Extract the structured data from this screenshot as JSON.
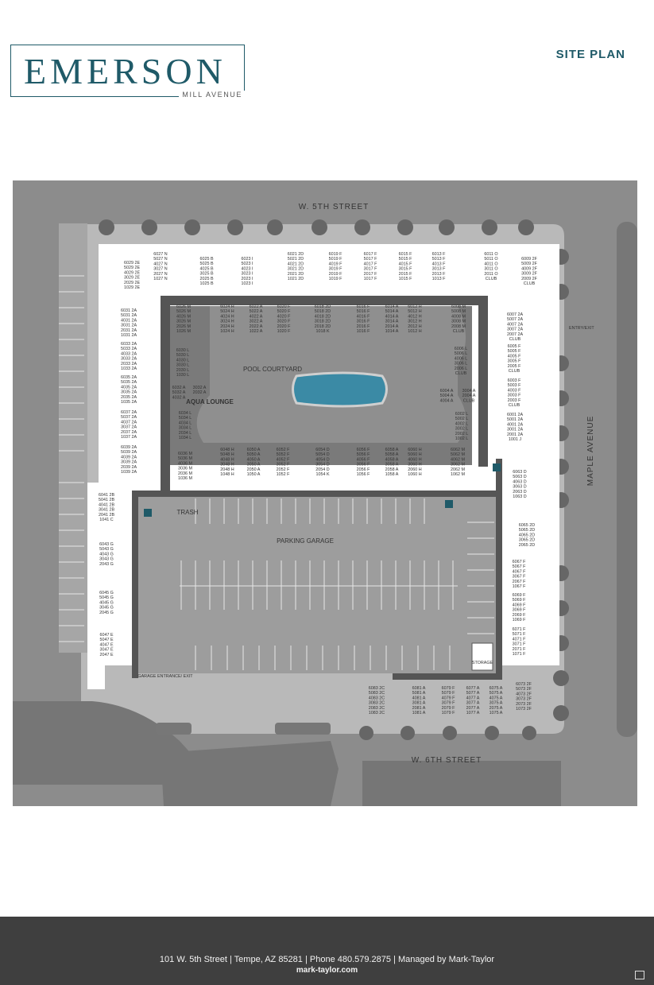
{
  "header": {
    "logo_name": "EMERSON",
    "logo_sub": "MILL AVENUE",
    "page_title": "SITE PLAN"
  },
  "map": {
    "streets": {
      "north": "W. 5TH STREET",
      "south": "W. 6TH STREET",
      "east": "MAPLE AVENUE"
    },
    "labels": {
      "pool_courtyard": "POOL COURTYARD",
      "aqua_lounge": "AQUA LOUNGE",
      "parking_garage": "PARKING GARAGE",
      "trash": "TRASH",
      "storage": "STORAGE",
      "garage_entrance": "GARAGE ENTRANCE/ EXIT",
      "entry_exit": "ENTRY/EXIT"
    },
    "unit_stacks": {
      "top_row": [
        [
          "6029 2E",
          "5029 2E",
          "4029 2E",
          "3029 2E",
          "2029 2E",
          "1029 2E"
        ],
        [
          "6027 N",
          "5027 N",
          "4027 N",
          "3027 N",
          "2027 N",
          "1027 N"
        ],
        [
          "6025 B",
          "5025 B",
          "4025 B",
          "3025 B",
          "2025 B",
          "1025 B"
        ],
        [
          "6023 I",
          "5023 I",
          "4023 I",
          "3023 I",
          "2023 I",
          "1023 I"
        ],
        [
          "6021 2D",
          "5021 2D",
          "4021 2D",
          "3021 2D",
          "2021 2D",
          "1021 2D"
        ],
        [
          "6019 F",
          "5019 F",
          "4019 F",
          "3019 F",
          "2019 F",
          "1019 F"
        ],
        [
          "6017 F",
          "5017 F",
          "4017 F",
          "3017 F",
          "2017 F",
          "1017 F"
        ],
        [
          "6015 F",
          "5015 F",
          "4015 F",
          "3015 F",
          "2015 F",
          "1015 F"
        ],
        [
          "6013 F",
          "5013 F",
          "4013 F",
          "3013 F",
          "2013 F",
          "1013 F"
        ],
        [
          "6011 O",
          "5011 O",
          "4011 O",
          "3011 O",
          "2011 O",
          "CLUB"
        ],
        [
          "6009 2F",
          "5009 2F",
          "4009 2F",
          "3009 2F",
          "2009 2F",
          "CLUB"
        ]
      ],
      "courtyard_north": [
        [
          "6026 M",
          "5026 M",
          "4026 M",
          "3026 M",
          "2026 M",
          "1026 M"
        ],
        [
          "6024 H",
          "5024 H",
          "4024 H",
          "3024 H",
          "2024 H",
          "1024 H"
        ],
        [
          "6022 A",
          "5022 A",
          "4022 A",
          "3022 A",
          "2022 A",
          "1022 A"
        ],
        [
          "6020 F",
          "5020 F",
          "4020 F",
          "3020 F",
          "2020 F",
          "1020 F"
        ],
        [
          "6018 2D",
          "5018 2D",
          "4018 2D",
          "3018 2D",
          "2018 2D",
          "1018 K"
        ],
        [
          "6016 F",
          "5016 F",
          "4016 F",
          "3016 F",
          "2016 F",
          "1016 F"
        ],
        [
          "6014 A",
          "5014 A",
          "4014 A",
          "3014 A",
          "2014 A",
          "1014 A"
        ],
        [
          "6012 H",
          "5012 H",
          "4012 H",
          "3012 H",
          "2012 H",
          "1012 H"
        ],
        [
          "6008 M",
          "5008 M",
          "4008 M",
          "3008 M",
          "2008 M",
          "CLUB"
        ]
      ],
      "west_column": [
        [
          "6031 2A",
          "5031 2A",
          "4031 2A",
          "3031 2A",
          "2031 2A",
          "1031 2A"
        ],
        [
          "6033 2A",
          "5033 2A",
          "4033 2A",
          "3033 2A",
          "2033 2A",
          "1033 2A"
        ],
        [
          "6035 2A",
          "5035 2A",
          "4035 2A",
          "3035 2A",
          "2035 2A",
          "1035 2A"
        ],
        [
          "6037 2A",
          "5037 2A",
          "4037 2A",
          "3037 2A",
          "2037 2A",
          "1037 2A"
        ],
        [
          "6039 2A",
          "5039 2A",
          "4039 2A",
          "3039 2A",
          "2039 2A",
          "1039 2A"
        ]
      ],
      "courtyard_west": [
        [
          "6030 L",
          "5030 L",
          "4030 L",
          "3030 L",
          "2030 L",
          "1030 L"
        ],
        [
          "6032 A",
          "5032 A",
          "4032 A"
        ],
        [
          "3032 A",
          "2032 A"
        ],
        [
          "6034 L",
          "5034 L",
          "4034 L",
          "3034 L",
          "2034 L",
          "1034 L"
        ],
        [
          "6036 M",
          "5036 M",
          "4036 M",
          "3036 M",
          "2036 M",
          "1036 M"
        ]
      ],
      "courtyard_south": [
        [
          "6048 H",
          "5048 H",
          "4048 H",
          "3048 H",
          "2048 H",
          "1048 H"
        ],
        [
          "6050 A",
          "5050 A",
          "4050 A",
          "3050 A",
          "2050 A",
          "1050 A"
        ],
        [
          "6052 F",
          "5052 F",
          "4052 F",
          "3052 F",
          "2052 F",
          "1052 F"
        ],
        [
          "6054 D",
          "5054 D",
          "4054 D",
          "3054 D",
          "2054 D",
          "1054 K"
        ],
        [
          "6056 F",
          "5056 F",
          "4056 F",
          "3056 F",
          "2056 F",
          "1056 F"
        ],
        [
          "6058 A",
          "5058 A",
          "4058 A",
          "3058 A",
          "2058 A",
          "1058 A"
        ],
        [
          "6060 H",
          "5060 H",
          "4060 H",
          "3060 H",
          "2060 H",
          "1060 H"
        ],
        [
          "6062 M",
          "5062 M",
          "4062 M",
          "3062 M",
          "2062 M",
          "1062 M"
        ]
      ],
      "courtyard_east": [
        [
          "6006 L",
          "5006 L",
          "4006 L",
          "3006 L",
          "2006 L",
          "CLUB"
        ],
        [
          "6004 A",
          "5004 A",
          "4004 A"
        ],
        [
          "3004 A",
          "2004 A",
          "CLUB"
        ],
        [
          "6002 L",
          "5002 L",
          "4002 L",
          "3002 L",
          "2002 L",
          "1002 L"
        ]
      ],
      "east_column": [
        [
          "6007 2A",
          "5007 2A",
          "4007 2A",
          "3007 2A",
          "2007 2A",
          "CLUB"
        ],
        [
          "6005 F",
          "5005 F",
          "4005 F",
          "3005 F",
          "2005 F",
          "CLUB"
        ],
        [
          "6003 F",
          "5003 F",
          "4003 F",
          "3003 F",
          "2003 F",
          "CLUB"
        ],
        [
          "6001 2A",
          "5001 2A",
          "4001 2A",
          "3001 2A",
          "2001 2A",
          "1001 J"
        ],
        [
          "6063 D",
          "5063 D",
          "4063 D",
          "3063 D",
          "2063 D",
          "1063 D"
        ],
        [
          "6065 2D",
          "5065 2D",
          "4065 2D",
          "3065 2D",
          "2065 2D"
        ],
        [
          "6067 F",
          "5067 F",
          "4067 F",
          "3067 F",
          "2067 F",
          "1067 F"
        ],
        [
          "6069 F",
          "5069 F",
          "4069 F",
          "3069 F",
          "2069 F",
          "1069 F"
        ],
        [
          "6071 F",
          "5071 F",
          "4071 F",
          "3071 F",
          "2071 F",
          "1071 F"
        ],
        [
          "6073 2F",
          "5073 2F",
          "4073 2F",
          "3073 2F",
          "2073 2F",
          "1073 2F"
        ]
      ],
      "garage_west": [
        [
          "6041 2B",
          "5041 2B",
          "4041 2B",
          "3041 2B",
          "2041 2B",
          "1041 C"
        ],
        [
          "6043 G",
          "5043 G",
          "4043 G",
          "3043 G",
          "2043 G"
        ],
        [
          "6045 G",
          "5045 G",
          "4045 G",
          "3045 G",
          "2045 G"
        ],
        [
          "6047 E",
          "5047 E",
          "4047 E",
          "3047 E",
          "2047 E"
        ]
      ],
      "bottom_row": [
        [
          "6083 2C",
          "5083 2C",
          "4083 2C",
          "3083 2C",
          "2083 2C",
          "1083 2C"
        ],
        [
          "6081 A",
          "5081 A",
          "4081 A",
          "3081 A",
          "2081 A",
          "1081 A"
        ],
        [
          "6079 F",
          "5079 F",
          "4079 F",
          "3079 F",
          "2079 F",
          "1079 F"
        ],
        [
          "6077 A",
          "5077 A",
          "4077 A",
          "3077 A",
          "2077 A",
          "1077 A"
        ],
        [
          "6075 A",
          "5075 A",
          "4075 A",
          "3075 A",
          "2075 A",
          "1075 A"
        ]
      ]
    }
  },
  "footer": {
    "address": "101 W. 5th Street | Tempe, AZ 85281 | Phone 480.579.2875 | Managed by Mark-Taylor",
    "website": "mark-taylor.com"
  },
  "colors": {
    "brand": "#1f5a68",
    "footer": "#3f3f3f",
    "street": "#8c8c8c",
    "walkway": "#b9b9b9",
    "building": "#555555"
  }
}
